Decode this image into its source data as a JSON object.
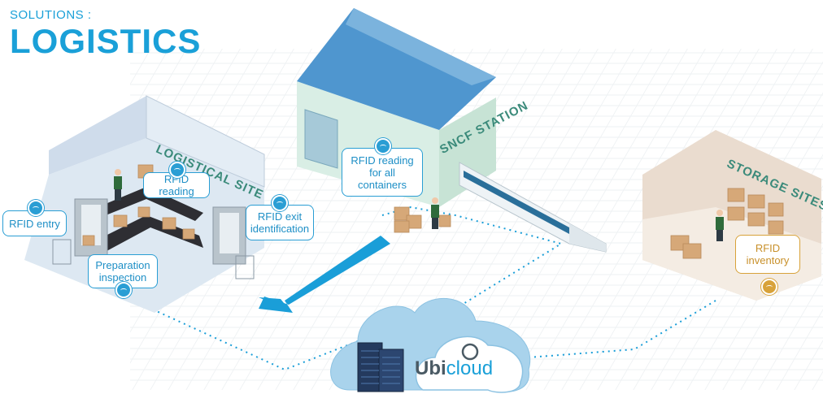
{
  "header": {
    "kicker": "SOLUTIONS :",
    "headline": "LOGISTICS"
  },
  "walls": {
    "logistical_site": "LOGISTICAL SITE",
    "sncf_station": "SNCF STATION",
    "storage_sites": "STORAGE SITES"
  },
  "callouts": {
    "rfid_entry": "RFID entry",
    "rfid_reading": "RFID reading",
    "rfid_exit": "RFID exit identification",
    "preparation": "Preparation inspection",
    "rfid_containers": "RFID reading for all containers",
    "rfid_inventory": "RFID inventory"
  },
  "cloud_logo": {
    "brand": "Ubi",
    "suffix": "cloud"
  },
  "colors": {
    "accent": "#1aa0d8",
    "callout_border": "#2a9ed4",
    "inventory_accent": "#d8a23a",
    "roof_blue": "#4f96cf",
    "wall_green": "#d6ebe2",
    "storage_wall": "#e8d8c8"
  }
}
